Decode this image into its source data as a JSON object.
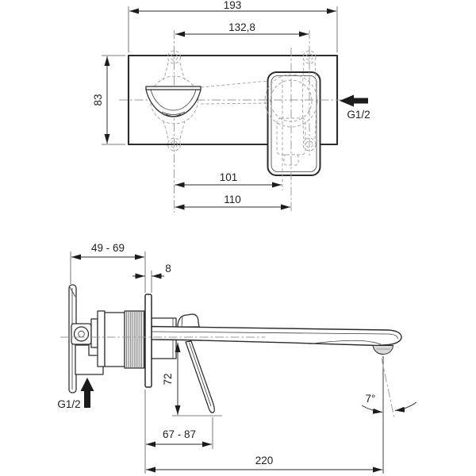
{
  "drawing": {
    "kind": "technical-dimension-drawing",
    "colors": {
      "line": "#2b2b2b",
      "phantom": "#a3a3a3",
      "background": "#ffffff",
      "aerator_fill": "#d9d9d9"
    },
    "front_view": {
      "dim_overall_width": "193",
      "dim_hole_spacing": "132,8",
      "dim_plate_height": "83",
      "dim_spout_to_handle_edge": "101",
      "dim_spout_to_handle_center": "110",
      "inlet_label": "G1/2"
    },
    "side_view": {
      "dim_rough_in_depth": "49 - 69",
      "dim_plate_thickness": "8",
      "dim_spout_to_lever_drop": "72",
      "dim_lever_projection": "67 - 87",
      "dim_spout_projection": "220",
      "dim_spray_angle": "7°",
      "inlet_label": "G1/2"
    }
  }
}
